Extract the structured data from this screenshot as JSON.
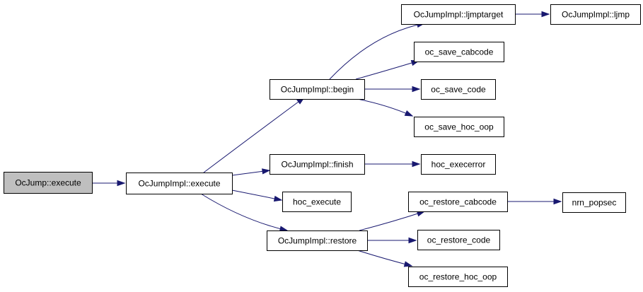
{
  "graph": {
    "edge_color": "#191970",
    "root_fill": "#bfbfbf",
    "nodes": [
      {
        "id": "ocjump-execute",
        "label": "OcJump::execute",
        "root": true
      },
      {
        "id": "impl-execute",
        "label": "OcJumpImpl::execute"
      },
      {
        "id": "impl-begin",
        "label": "OcJumpImpl::begin"
      },
      {
        "id": "impl-finish",
        "label": "OcJumpImpl::finish"
      },
      {
        "id": "hoc-execute",
        "label": "hoc_execute"
      },
      {
        "id": "impl-restore",
        "label": "OcJumpImpl::restore"
      },
      {
        "id": "impl-ljmptarget",
        "label": "OcJumpImpl::ljmptarget"
      },
      {
        "id": "impl-ljmp",
        "label": "OcJumpImpl::ljmp"
      },
      {
        "id": "oc-save-cabcode",
        "label": "oc_save_cabcode"
      },
      {
        "id": "oc-save-code",
        "label": "oc_save_code"
      },
      {
        "id": "oc-save-hoc-oop",
        "label": "oc_save_hoc_oop"
      },
      {
        "id": "hoc-execerror",
        "label": "hoc_execerror"
      },
      {
        "id": "oc-restore-cabcode",
        "label": "oc_restore_cabcode"
      },
      {
        "id": "nrn-popsec",
        "label": "nrn_popsec"
      },
      {
        "id": "oc-restore-code",
        "label": "oc_restore_code"
      },
      {
        "id": "oc-restore-hoc-oop",
        "label": "oc_restore_hoc_oop"
      }
    ],
    "edges": [
      {
        "from": "ocjump-execute",
        "to": "impl-execute"
      },
      {
        "from": "impl-execute",
        "to": "impl-begin"
      },
      {
        "from": "impl-execute",
        "to": "impl-finish"
      },
      {
        "from": "impl-execute",
        "to": "hoc-execute"
      },
      {
        "from": "impl-execute",
        "to": "impl-restore"
      },
      {
        "from": "impl-begin",
        "to": "impl-ljmptarget"
      },
      {
        "from": "impl-begin",
        "to": "oc-save-cabcode"
      },
      {
        "from": "impl-begin",
        "to": "oc-save-code"
      },
      {
        "from": "impl-begin",
        "to": "oc-save-hoc-oop"
      },
      {
        "from": "impl-ljmptarget",
        "to": "impl-ljmp"
      },
      {
        "from": "impl-finish",
        "to": "hoc-execerror"
      },
      {
        "from": "impl-restore",
        "to": "oc-restore-cabcode"
      },
      {
        "from": "impl-restore",
        "to": "oc-restore-code"
      },
      {
        "from": "impl-restore",
        "to": "oc-restore-hoc-oop"
      },
      {
        "from": "oc-restore-cabcode",
        "to": "nrn-popsec"
      }
    ]
  }
}
